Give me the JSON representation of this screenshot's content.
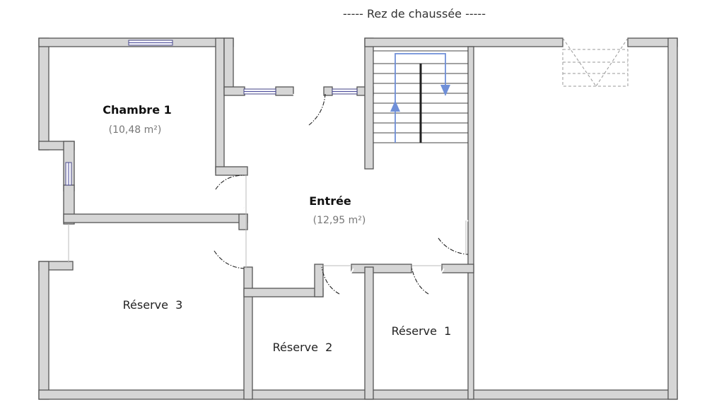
{
  "plan": {
    "title": "----- Rez de chaussée -----"
  },
  "rooms": {
    "chambre_1": {
      "name": "Chambre 1",
      "area": "(10,48 m²)"
    },
    "entree": {
      "name": "Entrée",
      "area": "(12,95 m²)"
    },
    "reserve_3": {
      "name": "Réserve  3"
    },
    "reserve_2": {
      "name": "Réserve  2"
    },
    "reserve_1": {
      "name": "Réserve  1"
    }
  },
  "colors": {
    "wall_fill": "#d6d6d6",
    "wall_stroke": "#555555",
    "stair_arrow": "#6f8fd8",
    "window_frame": "#4a4a8a"
  },
  "icons": {
    "stair_up": "up-arrow-icon",
    "stair_down": "down-arrow-icon"
  }
}
